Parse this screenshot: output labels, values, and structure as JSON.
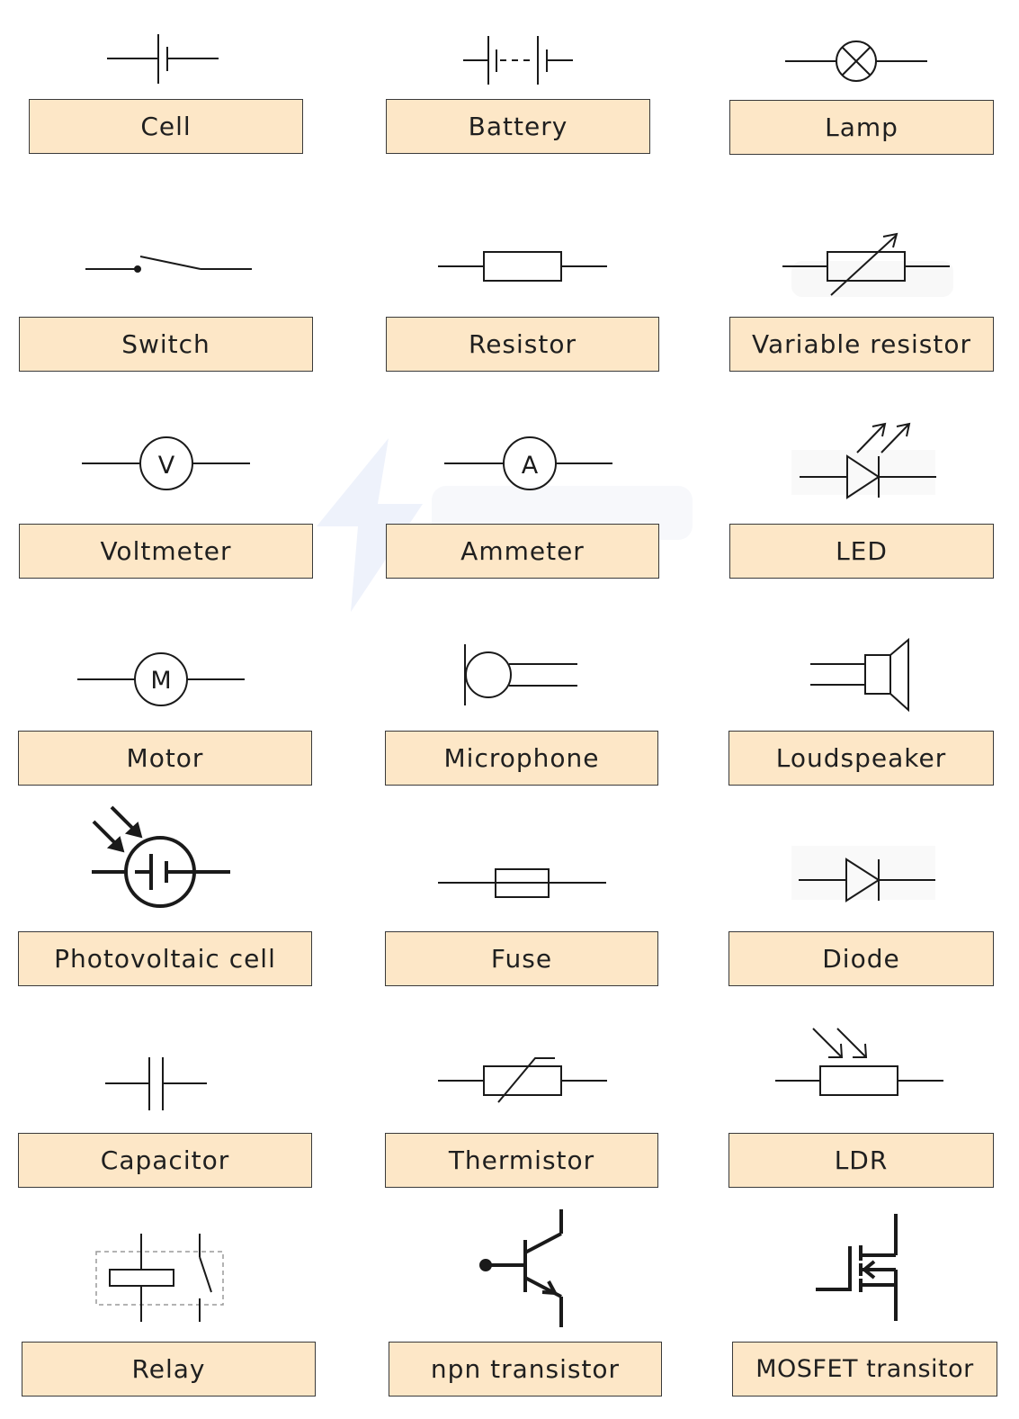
{
  "labels": {
    "cell": "Cell",
    "battery": "Battery",
    "lamp": "Lamp",
    "switch": "Switch",
    "resistor": "Resistor",
    "variable_resistor": "Variable resistor",
    "voltmeter": "Voltmeter",
    "ammeter": "Ammeter",
    "led": "LED",
    "motor": "Motor",
    "microphone": "Microphone",
    "loudspeaker": "Loudspeaker",
    "photovoltaic_cell": "Photovoltaic cell",
    "fuse": "Fuse",
    "diode": "Diode",
    "capacitor": "Capacitor",
    "thermistor": "Thermistor",
    "ldr": "LDR",
    "relay": "Relay",
    "npn_transistor": "npn transistor",
    "mosfet": "MOSFET transitor"
  },
  "meter_letters": {
    "voltmeter": "V",
    "ammeter": "A",
    "motor": "M"
  },
  "colors": {
    "label_fill": "#fde7c7",
    "label_border": "#3a3a3a",
    "stroke": "#1a1a1a"
  }
}
